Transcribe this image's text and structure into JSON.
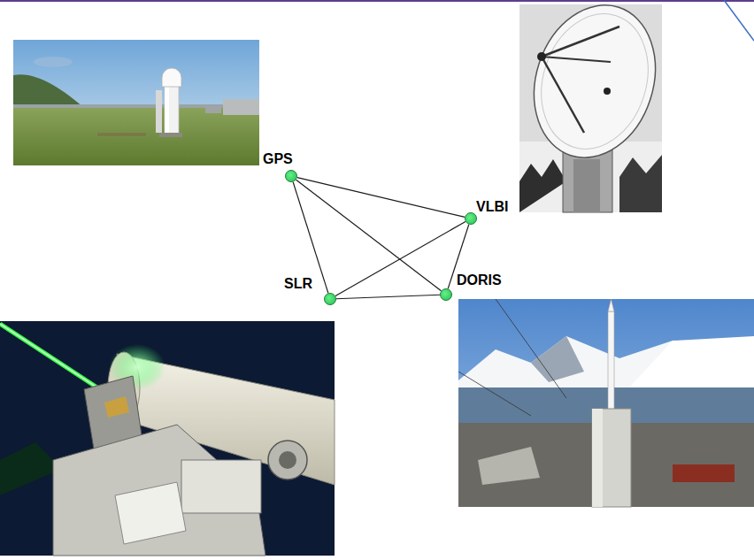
{
  "diagram": {
    "nodes": [
      {
        "text": [
          "GPS"
        ]
      },
      {
        "text": [
          "VLBI"
        ]
      },
      {
        "text": [
          "DORIS"
        ]
      },
      {
        "text": [
          "SLR"
        ]
      }
    ],
    "edges": [
      {
        "from": 0,
        "to": 1,
        "arrow": "none"
      },
      {
        "from": 0,
        "to": 2,
        "arrow": "none"
      },
      {
        "from": 0,
        "to": 3,
        "arrow": "none"
      },
      {
        "from": 3,
        "to": 1,
        "arrow": "none"
      },
      {
        "from": 1,
        "to": 2,
        "arrow": "none"
      },
      {
        "from": 3,
        "to": 2,
        "arrow": "none"
      }
    ]
  }
}
